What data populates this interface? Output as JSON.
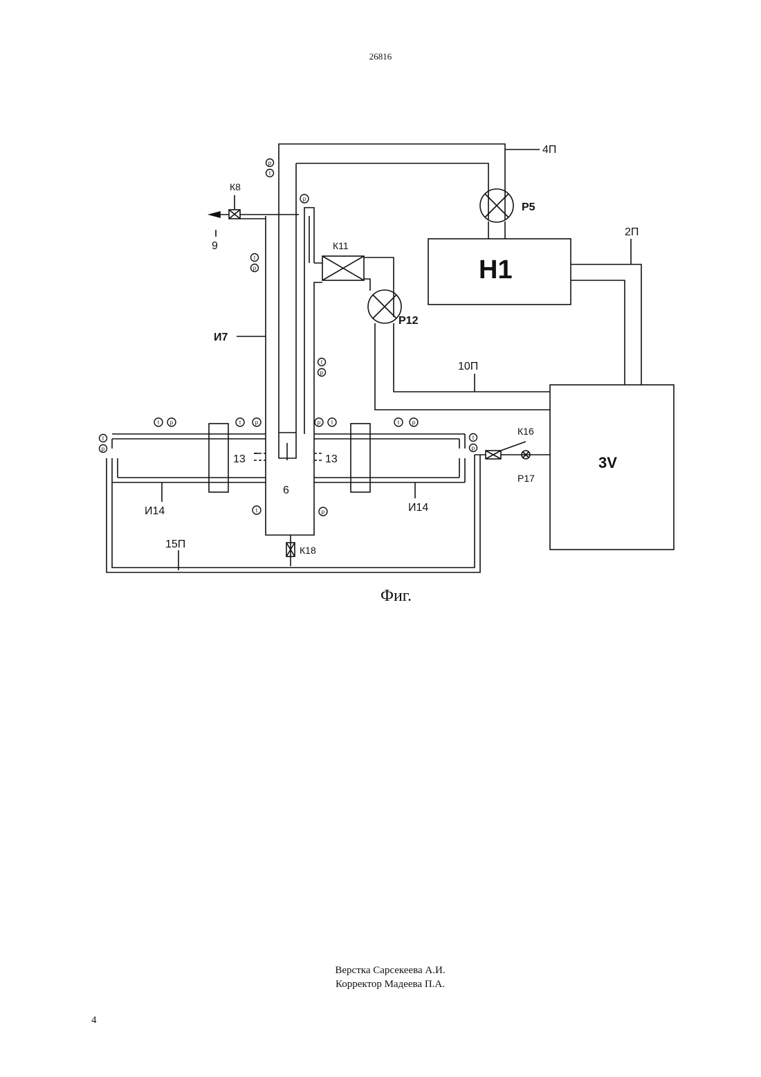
{
  "header": {
    "doc_number": "26816"
  },
  "figure": {
    "labels": {
      "pipe_4": "4П",
      "pipe_2": "2П",
      "pipe_10": "10П",
      "pipe_15": "15П",
      "pump_5": "P5",
      "pump_12": "P12",
      "pump_17": "P17",
      "heater": "H1",
      "vessel": "3V",
      "valve_8": "К8",
      "valve_11": "К11",
      "valve_16": "К16",
      "valve_18": "К18",
      "outlet": "9",
      "column": "И7",
      "element_6": "6",
      "section_13_left": "13",
      "section_13_right": "13",
      "exchanger_14_left": "И14",
      "exchanger_14_right": "И14"
    },
    "gauge_labels": {
      "temperature": "t",
      "pressure": "p"
    },
    "caption": "Фиг."
  },
  "footer": {
    "layout": "Верстка Сарсекеева А.И.",
    "corrector": "Корректор Мадеева П.А.",
    "page_number": "4"
  }
}
